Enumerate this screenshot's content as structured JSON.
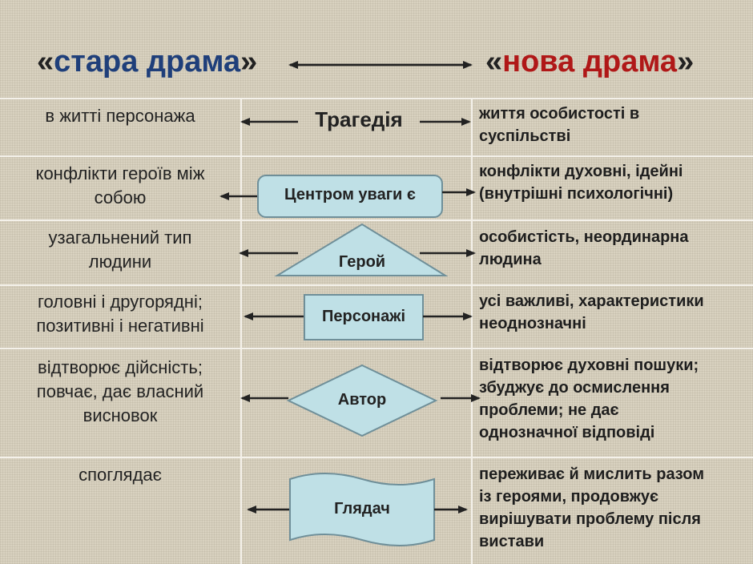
{
  "header": {
    "old": {
      "open": "«",
      "word": "стара драма",
      "close": "»"
    },
    "new": {
      "open": "«",
      "word": "нова драма",
      "close": "»"
    }
  },
  "rows": [
    {
      "left": [
        "в житті персонажа"
      ],
      "center": "Трагедія",
      "right": [
        "життя особистості в",
        "суспільстві"
      ]
    },
    {
      "left": [
        "конфлікти героїв між",
        "собою"
      ],
      "center": "Центром уваги є",
      "right": [
        "конфлікти духовні, ідейні",
        "(внутрішні психологічні)"
      ]
    },
    {
      "left": [
        "узагальнений тип",
        "людини"
      ],
      "center": "Герой",
      "right": [
        "особистість, неординарна",
        "людина"
      ]
    },
    {
      "left": [
        "головні і другорядні;",
        "позитивні і негативні"
      ],
      "center": "Персонажі",
      "right": [
        "усі важливі, характеристики",
        "неоднозначні"
      ]
    },
    {
      "left": [
        "відтворює дійсність;",
        "повчає, дає власний",
        "висновок"
      ],
      "center": "Автор",
      "right": [
        "відтворює духовні пошуки;",
        "збуджує до осмислення",
        "проблеми; не дає",
        "однозначної відповіді"
      ]
    },
    {
      "left": [
        "споглядає"
      ],
      "center": "Глядач",
      "right": [
        "переживає й мислить разом",
        "із героями, продовжує",
        "вирішувати проблему після",
        "вистави"
      ]
    }
  ],
  "colors": {
    "shape_fill": "#bfe0e6",
    "shape_stroke": "#6f8f99",
    "old_accent": "#1f3f7a",
    "new_accent": "#b01818"
  }
}
